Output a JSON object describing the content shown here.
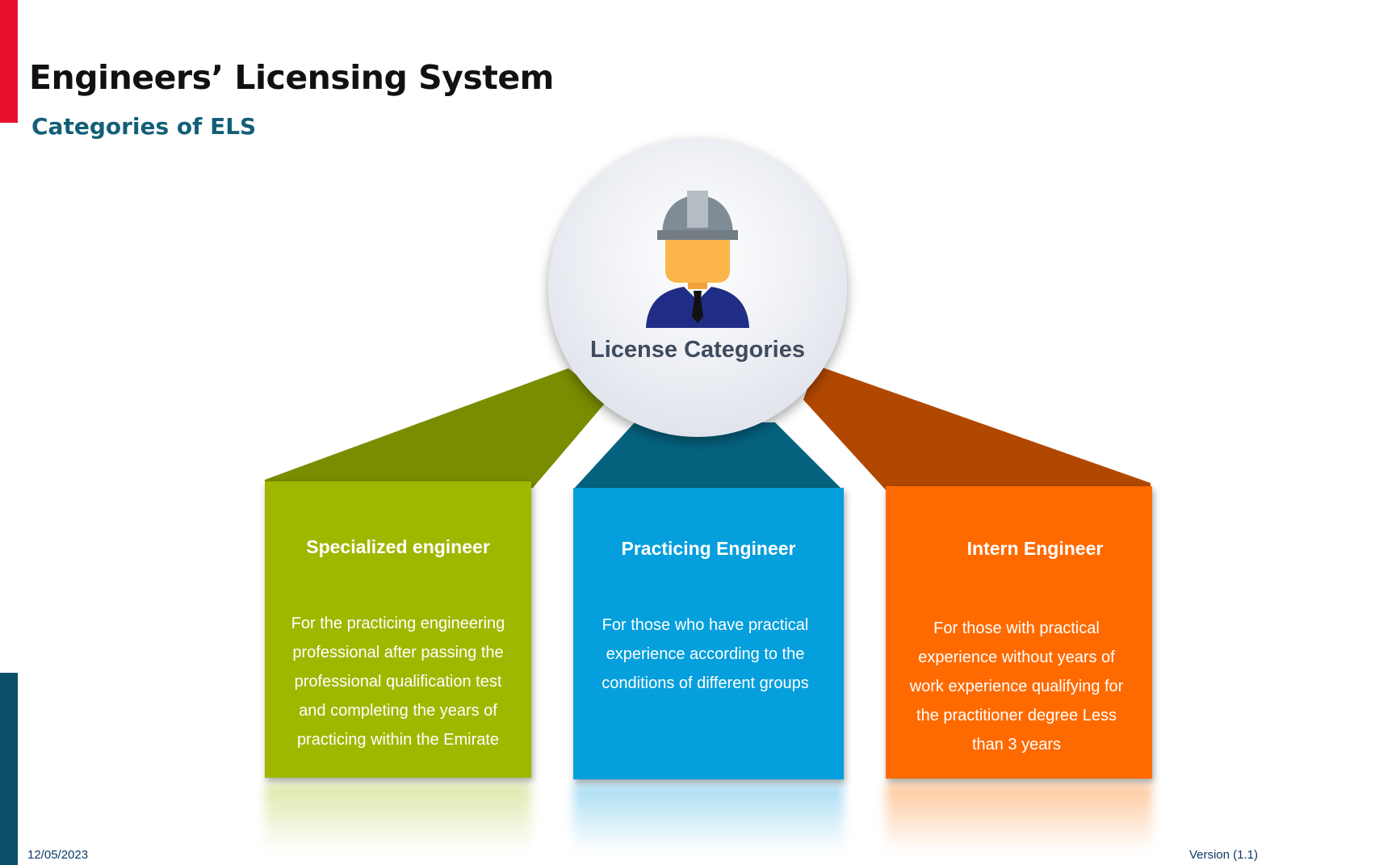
{
  "slide": {
    "title": "Engineers’ Licensing System",
    "subtitle": "Categories of ELS"
  },
  "center": {
    "label": "License Categories",
    "icon": "engineer-hardhat-icon"
  },
  "categories": [
    {
      "title": "Specialized engineer",
      "description": "For the practicing engineering professional after passing the professional qualification test and completing the years of practicing within the Emirate",
      "color": "#a0b700",
      "connector_color": "#7a8c00"
    },
    {
      "title": "Practicing Engineer",
      "description": "For those who have practical experience according to the conditions of different groups",
      "color": "#049fdc",
      "connector_color": "#05627f"
    },
    {
      "title": "Intern Engineer",
      "description": "For those with practical experience without years of work experience qualifying for the practitioner degree Less than 3 years",
      "color": "#ff6a00",
      "connector_color": "#b14800"
    }
  ],
  "footer": {
    "date": "12/05/2023",
    "version": "Version (1.1)"
  }
}
